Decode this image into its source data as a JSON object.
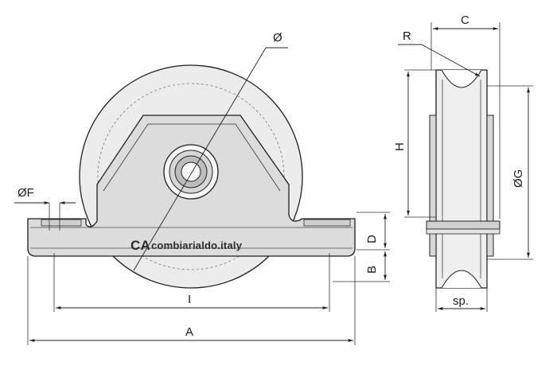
{
  "labels": {
    "diameter_top": "Ø",
    "F": "ØF",
    "D": "D",
    "B": "B",
    "I": "I",
    "A": "A",
    "C": "C",
    "R": "R",
    "H": "H",
    "G": "ØG",
    "sp": "sp."
  },
  "logo": {
    "mark": "CA",
    "text": "combiarialdo.italy"
  },
  "colors": {
    "line": "#1e1e1e",
    "wheel_fill": "#ececec",
    "bracket_fill": "#dcdcdc"
  }
}
